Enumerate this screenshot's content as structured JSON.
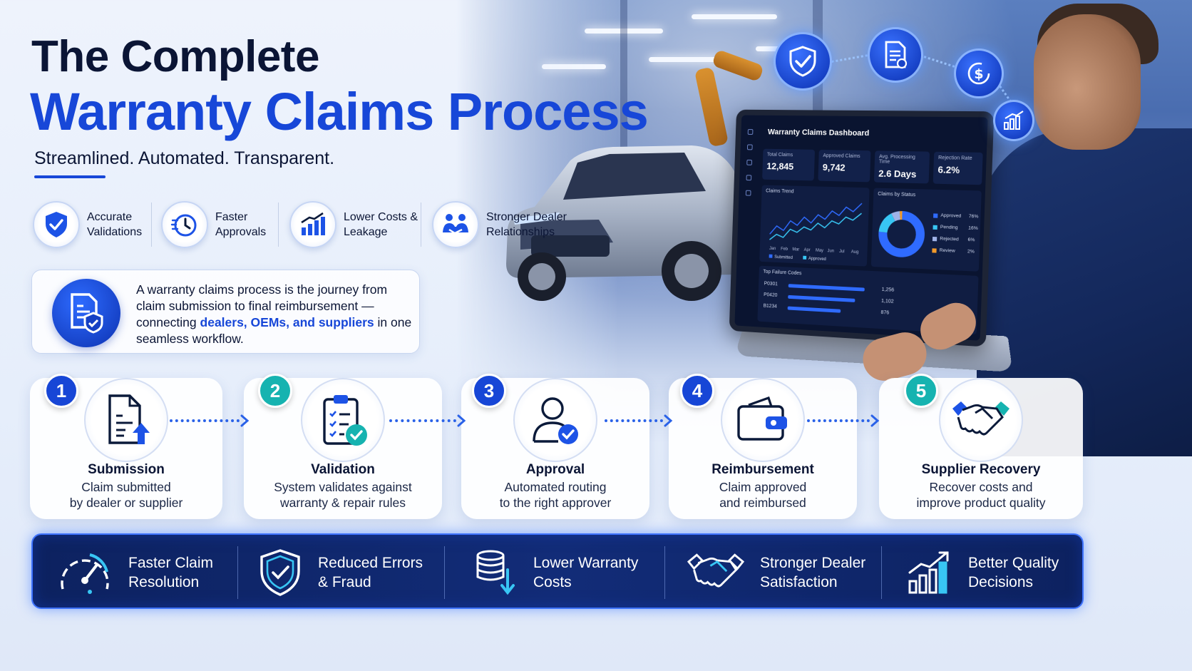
{
  "headline": {
    "line1": "The Complete",
    "line2": "Warranty Claims Process",
    "tagline": "Streamlined. Automated. Transparent."
  },
  "features": [
    {
      "label": "Accurate Validations",
      "icon": "shield-check-icon"
    },
    {
      "label": "Faster Approvals",
      "icon": "clock-icon"
    },
    {
      "label": "Lower Costs & Leakage",
      "icon": "chart-up-icon"
    },
    {
      "label": "Stronger Dealer Relationships",
      "icon": "handshake-people-icon"
    }
  ],
  "definition": {
    "text_before": "A warranty claims process is the journey from claim submission to final reimbursement — connecting ",
    "highlight": "dealers, OEMs, and suppliers",
    "text_after": " in one seamless workflow."
  },
  "steps": [
    {
      "number": "1",
      "title": "Submission",
      "desc_line1": "Claim submitted",
      "desc_line2": "by dealer or supplier",
      "icon": "document-upload-icon",
      "color": "#1746d6"
    },
    {
      "number": "2",
      "title": "Validation",
      "desc_line1": "System validates against",
      "desc_line2": "warranty & repair rules",
      "icon": "clipboard-check-icon",
      "color": "#16b3b0"
    },
    {
      "number": "3",
      "title": "Approval",
      "desc_line1": "Automated routing",
      "desc_line2": "to the right approver",
      "icon": "user-check-icon",
      "color": "#1746d6"
    },
    {
      "number": "4",
      "title": "Reimbursement",
      "desc_line1": "Claim approved",
      "desc_line2": "and reimbursed",
      "icon": "wallet-icon",
      "color": "#1746d6"
    },
    {
      "number": "5",
      "title": "Supplier Recovery",
      "desc_line1": "Recover costs and",
      "desc_line2": "improve product quality",
      "icon": "handshake-icon",
      "color": "#16b3b0"
    }
  ],
  "benefits": [
    {
      "line1": "Faster Claim",
      "line2": "Resolution",
      "icon": "speedometer-icon"
    },
    {
      "line1": "Reduced Errors",
      "line2": "& Fraud",
      "icon": "shield-check-icon"
    },
    {
      "line1": "Lower Warranty",
      "line2": "Costs",
      "icon": "coins-down-icon"
    },
    {
      "line1": "Stronger Dealer",
      "line2": "Satisfaction",
      "icon": "handshake-icon"
    },
    {
      "line1": "Better Quality",
      "line2": "Decisions",
      "icon": "chart-up-icon"
    }
  ],
  "dashboard": {
    "title": "Warranty Claims Dashboard",
    "kpis": [
      {
        "label": "Total Claims",
        "value": "12,845"
      },
      {
        "label": "Approved Claims",
        "value": "9,742"
      },
      {
        "label": "Avg. Processing Time",
        "value": "2.6 Days"
      },
      {
        "label": "Rejection Rate",
        "value": "6.2%"
      }
    ],
    "trend_title": "Claims Trend",
    "trend_months": [
      "Jan",
      "Feb",
      "Mar",
      "Apr",
      "May",
      "Jun",
      "Jul",
      "Aug"
    ],
    "trend_legend": [
      "Submitted",
      "Approved"
    ],
    "status_title": "Claims by Status",
    "status": [
      {
        "label": "Approved",
        "value": "76%",
        "pct": 76,
        "color": "#2f6bff"
      },
      {
        "label": "Pending",
        "value": "16%",
        "pct": 16,
        "color": "#38c6f4"
      },
      {
        "label": "Rejected",
        "value": "6%",
        "pct": 6,
        "color": "#9fb3e8"
      },
      {
        "label": "Review",
        "value": "2%",
        "pct": 2,
        "color": "#f39a2a"
      }
    ],
    "failure_title": "Top Failure Codes",
    "failures": [
      {
        "code": "P0301",
        "value": "1,256",
        "count": 1256
      },
      {
        "code": "P0420",
        "value": "1,102",
        "count": 1102
      },
      {
        "code": "B1234",
        "value": "876",
        "count": 876
      }
    ]
  },
  "colors": {
    "brand_blue": "#1747d8",
    "navy": "#0b1535",
    "teal": "#16b3b0",
    "bar_bg": "#0d2260"
  }
}
